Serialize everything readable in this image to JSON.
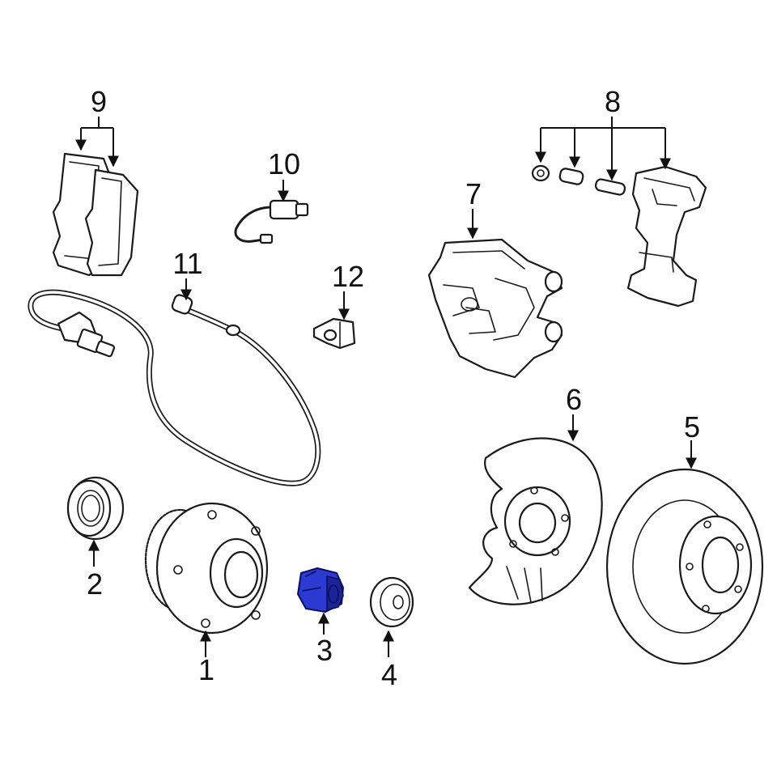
{
  "diagram": {
    "highlight_color": "#2b3bd1",
    "callouts": {
      "c1": "1",
      "c2": "2",
      "c3": "3",
      "c4": "4",
      "c5": "5",
      "c6": "6",
      "c7": "7",
      "c8": "8",
      "c9": "9",
      "c10": "10",
      "c11": "11",
      "c12": "12"
    },
    "highlighted_part": "3"
  }
}
